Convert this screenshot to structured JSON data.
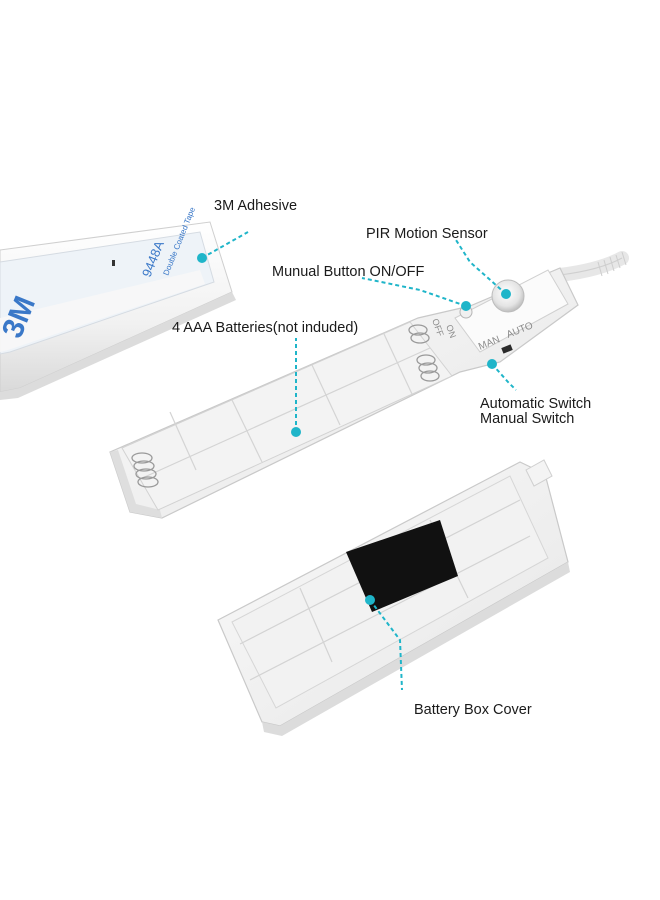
{
  "callouts": {
    "adhesive": "3M Adhesive",
    "pir_sensor": "PIR Motion Sensor",
    "manual_button": "Munual Button ON/OFF",
    "batteries": "4 AAA Batteries(not induded)",
    "switch_auto": "Automatic Switch",
    "switch_manual": "Manual Switch",
    "battery_cover": "Battery Box Cover"
  },
  "product_markings": {
    "tape_brand": "3M",
    "tape_code": "9448A",
    "tape_subtext": "Double Coated Tape",
    "button_off": "OFF",
    "button_on": "ON",
    "switch_man": "MAN",
    "switch_auto": "AUTO"
  },
  "colors": {
    "leader_line": "#1fb5c9",
    "tape_print": "#3a78c8",
    "foam_pad": "#111111"
  }
}
